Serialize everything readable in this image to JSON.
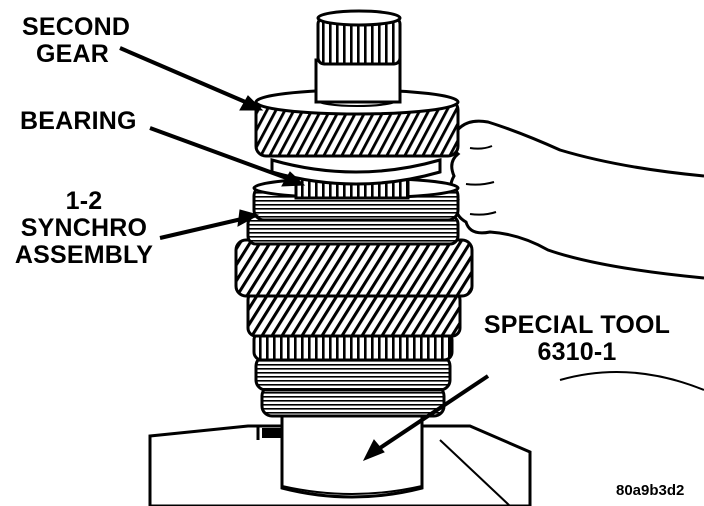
{
  "labels": {
    "second_gear": [
      "SECOND",
      "GEAR"
    ],
    "bearing": "BEARING",
    "synchro": [
      "1-2",
      "SYNCHRO",
      "ASSEMBLY"
    ],
    "special_tool": [
      "SPECIAL TOOL",
      "6310-1"
    ]
  },
  "figure_code": "80a9b3d2",
  "colors": {
    "ink": "#000000",
    "paper": "#ffffff"
  }
}
